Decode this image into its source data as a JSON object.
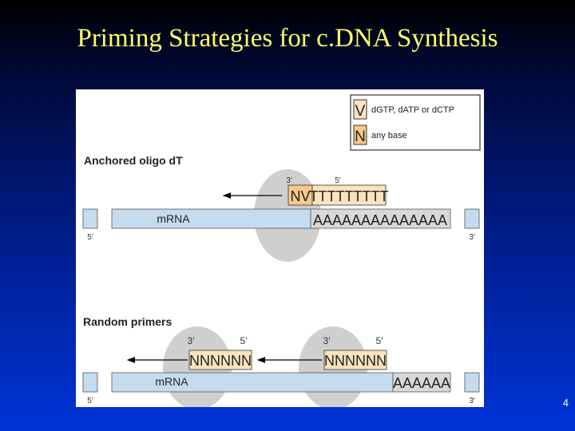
{
  "title": "Priming Strategies for c.DNA Synthesis",
  "slide_number": "4",
  "figure": {
    "legend": [
      {
        "symbol": "V",
        "text": "dGTP, dATP or dCTP"
      },
      {
        "symbol": "N",
        "text": "any base"
      }
    ],
    "panel_anchored": {
      "heading": "Anchored oligo dT",
      "primer_3prime": "3′",
      "primer_5prime": "5′",
      "primer_anchor": "NV",
      "primer_oligo": "TTTTTTTTT",
      "strand_label": "mRNA",
      "poly_a": "AAAAAAAAAAAAAA",
      "end_5prime": "5′",
      "end_3prime": "3′"
    },
    "panel_random": {
      "heading": "Random primers",
      "primers": [
        {
          "label_3": "3′",
          "label_5": "5′",
          "sequence": "NNNNNN"
        },
        {
          "label_3": "3′",
          "label_5": "5′",
          "sequence": "NNNNNN"
        }
      ],
      "strand_label": "mRNA",
      "poly_a": "AAAAAA",
      "end_5prime": "5′",
      "end_3prime": "3′"
    },
    "colors": {
      "mrna_fill": "#c5dcef",
      "polya_fill": "#d8d8d8",
      "enzyme_fill": "#cfcfcf",
      "primer_fill": "#fbe3bd",
      "anchor_fill": "#f7c98a"
    }
  }
}
